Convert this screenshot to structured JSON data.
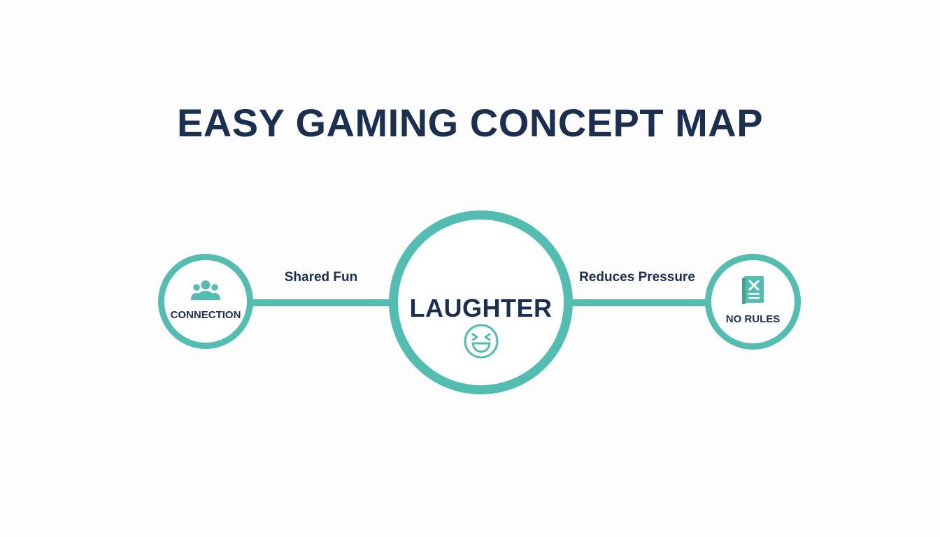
{
  "title": "EASY GAMING CONCEPT MAP",
  "colors": {
    "accent": "#53bdb1",
    "text": "#1b2f50",
    "background": "#fdfdfd"
  },
  "nodes": {
    "center": {
      "label": "LAUGHTER",
      "icon": "laughing-face-icon"
    },
    "left": {
      "label": "CONNECTION",
      "icon": "people-group-icon"
    },
    "right": {
      "label": "NO RULES",
      "icon": "rulebook-crossed-icon"
    }
  },
  "links": {
    "left": "Shared Fun",
    "right": "Reduces Pressure"
  }
}
